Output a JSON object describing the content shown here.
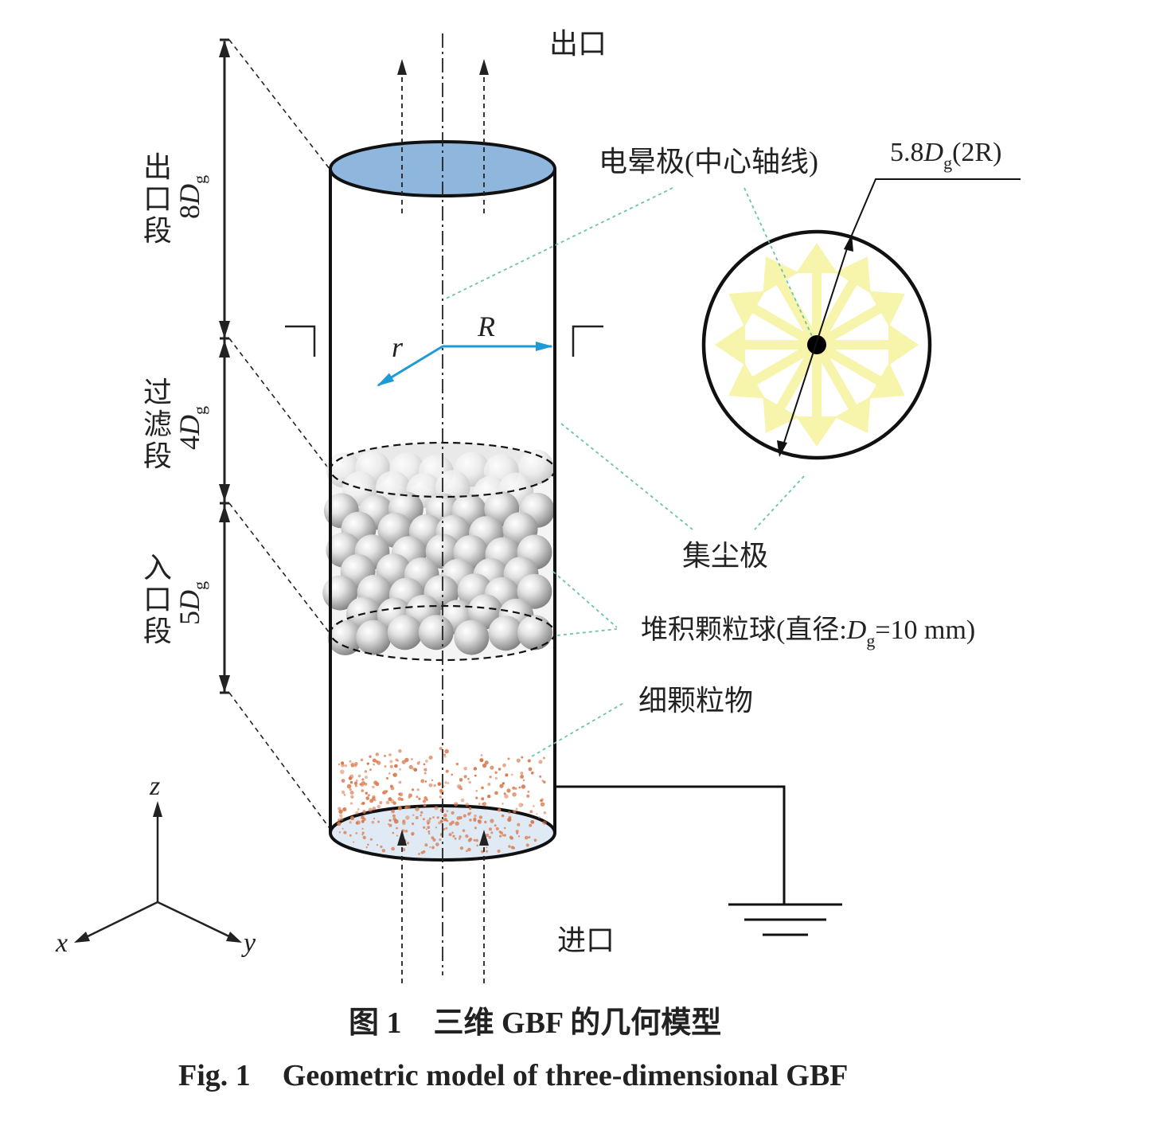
{
  "labels": {
    "outlet": "出口",
    "inlet": "进口",
    "corona_electrode": "电晕极(中心轴线)",
    "dust_collector": "集尘极",
    "granule_spheres_prefix": "堆积颗粒球(直径:",
    "granule_D": "D",
    "granule_sub": "g",
    "granule_suffix": "=10 mm)",
    "fine_particles": "细颗粒物",
    "radius_label": "R",
    "r_label": "r",
    "diameter_prefix": "5.8",
    "diameter_D": "D",
    "diameter_sub": "g",
    "diameter_suffix": "(2R)"
  },
  "sections": [
    {
      "name": "出口段",
      "char1": "出",
      "char2": "口",
      "char3": "段",
      "length_num": "8",
      "length_D": "D",
      "length_sub": "g"
    },
    {
      "name": "过滤段",
      "char1": "过",
      "char2": "滤",
      "char3": "段",
      "length_num": "4",
      "length_D": "D",
      "length_sub": "g"
    },
    {
      "name": "入口段",
      "char1": "入",
      "char2": "口",
      "char3": "段",
      "length_num": "5",
      "length_D": "D",
      "length_sub": "g"
    }
  ],
  "axes": {
    "x": "x",
    "y": "y",
    "z": "z"
  },
  "caption": {
    "zh_fig": "图 1",
    "zh_title": "三维 GBF 的几何模型",
    "en_fig": "Fig. 1",
    "en_title": "Geometric model of three-dimensional GBF"
  },
  "colors": {
    "top_cap": "#8fb6dc",
    "bottom_cap": "#dfeaf4",
    "arrow_blue": "#1f9ad6",
    "leader_green": "#6cc4a8",
    "ray_yellow": "#f7f3a6",
    "particle_orange": "#d9774a"
  }
}
